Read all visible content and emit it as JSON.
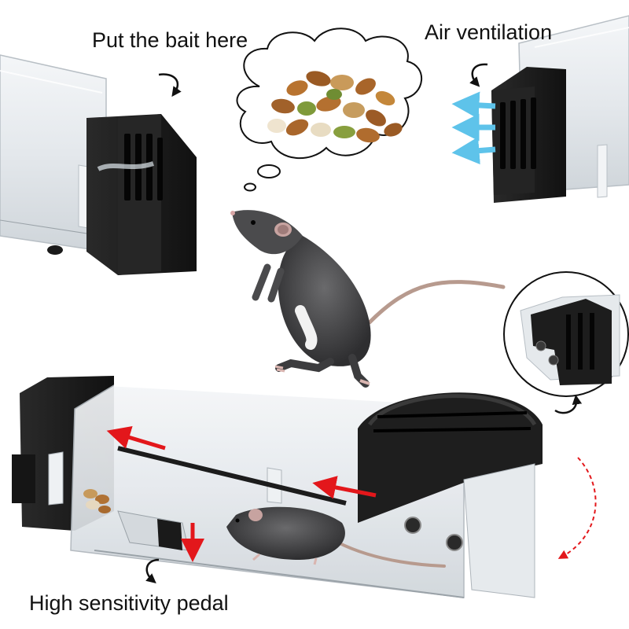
{
  "labels": {
    "bait": "Put the bait here",
    "air": "Air ventilation",
    "pedal": "High sensitivity pedal"
  },
  "colors": {
    "trap_black": "#1c1c1c",
    "clear_plastic": "#dde3e8",
    "arrow_red": "#e3171b",
    "air_blue": "#5ec3ea",
    "rat_gray": "#4a4a4c"
  }
}
